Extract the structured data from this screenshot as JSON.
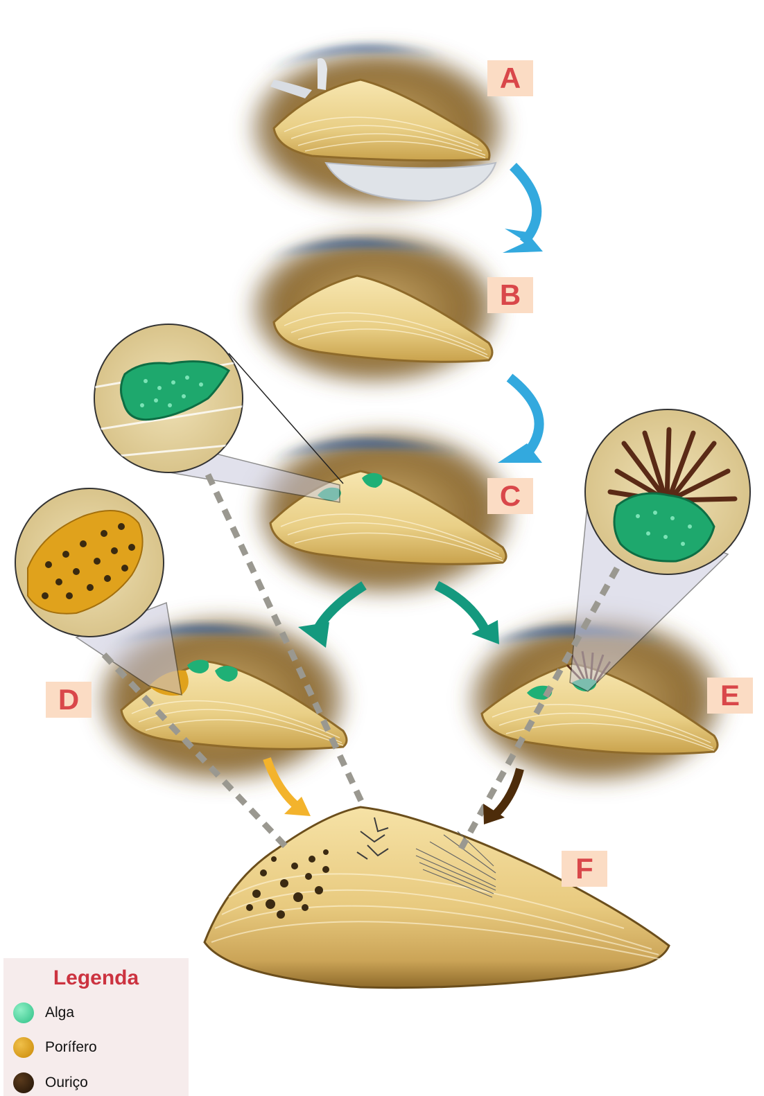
{
  "stages": [
    "A",
    "B",
    "C",
    "D",
    "E",
    "F"
  ],
  "legend": {
    "title": "Legenda",
    "items": [
      {
        "label": "Alga",
        "color": "#3fd39a"
      },
      {
        "label": "Porífero",
        "color": "#d99a14"
      },
      {
        "label": "Ouriço",
        "color": "#2b1a0c"
      }
    ]
  },
  "colors": {
    "arrow_blue": "#33a9de",
    "arrow_teal": "#14997e",
    "arrow_yellow": "#f3b32c",
    "arrow_brown": "#4d2c0a",
    "label_bg": "#fbdcc4",
    "label_text": "#d9474a"
  }
}
